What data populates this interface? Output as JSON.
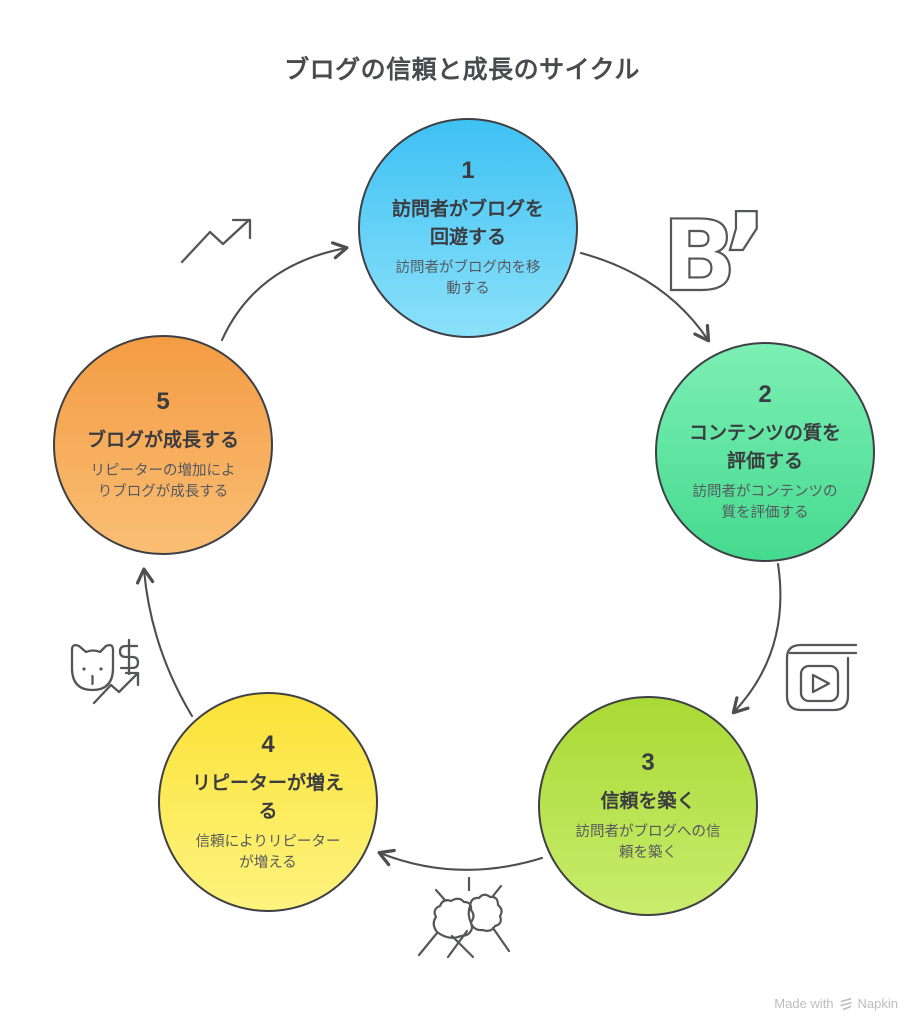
{
  "title": "ブログの信頼と成長のサイクル",
  "steps": [
    {
      "number": "1",
      "title": "訪問者がブログを回遊する",
      "description": "訪問者がブログ内を移動する"
    },
    {
      "number": "2",
      "title": "コンテンツの質を評価する",
      "description": "訪問者がコンテンツの質を評価する"
    },
    {
      "number": "3",
      "title": "信頼を築く",
      "description": "訪問者がブログへの信頼を築く"
    },
    {
      "number": "4",
      "title": "リピーターが増える",
      "description": "信頼によりリピーターが増える"
    },
    {
      "number": "5",
      "title": "ブログが成長する",
      "description": "リピーターの増加によりブログが成長する"
    }
  ],
  "colors": {
    "step1_top": "#3EC1F3",
    "step1_bottom": "#8BE1FA",
    "step2_top": "#7CEFB4",
    "step2_bottom": "#45DA8F",
    "step3_top": "#A8DA35",
    "step3_bottom": "#C9EC6D",
    "step4_top": "#FBE237",
    "step4_bottom": "#FDF37E",
    "step5_top": "#F49C44",
    "step5_bottom": "#F9BE74",
    "outline": "#3F4045",
    "arrow": "#4E4E52",
    "icon": "#55565A"
  },
  "icons": [
    {
      "name": "trending-up-icon"
    },
    {
      "name": "letter-b-apostrophe-icon",
      "letter": "B",
      "apostrophe": "’"
    },
    {
      "name": "video-book-icon"
    },
    {
      "name": "fist-bump-icon"
    },
    {
      "name": "cat-money-growth-icon"
    }
  ],
  "watermark": {
    "text": "Made with",
    "brand": "Napkin"
  }
}
